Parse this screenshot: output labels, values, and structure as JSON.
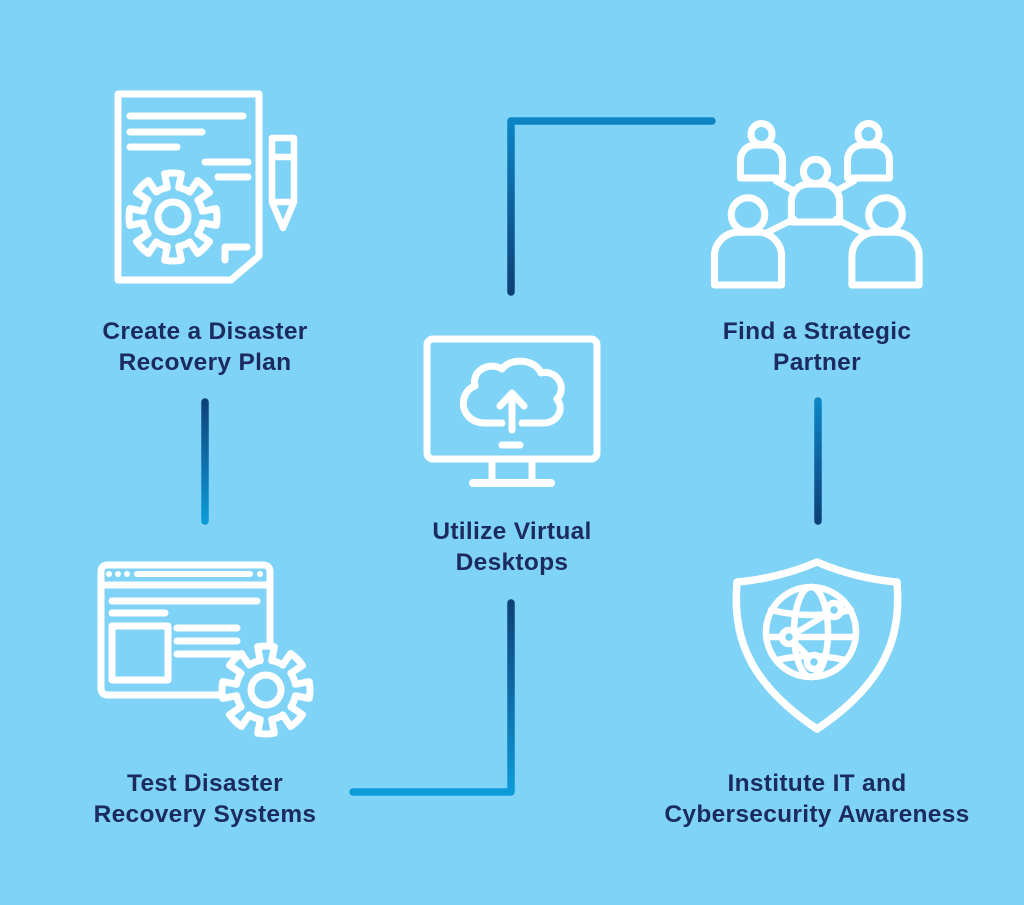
{
  "colors": {
    "background": "#7FD3F6",
    "icon_stroke": "#FFFFFF",
    "label_text": "#1C2B5F",
    "connector_dark": "#0E4078",
    "connector_mid": "#0C86C6",
    "connector_bright": "#0D9BD9"
  },
  "nodes": [
    {
      "id": "create-plan",
      "icon": "document-gear-pencil-icon",
      "label": "Create a Disaster\nRecovery Plan"
    },
    {
      "id": "find-partner",
      "icon": "people-network-icon",
      "label": "Find a Strategic\nPartner"
    },
    {
      "id": "virtual-desktops",
      "icon": "monitor-cloud-upload-icon",
      "label": "Utilize Virtual\nDesktops"
    },
    {
      "id": "test-systems",
      "icon": "browser-gear-icon",
      "label": "Test Disaster\nRecovery Systems"
    },
    {
      "id": "cyber-awareness",
      "icon": "shield-globe-icon",
      "label": "Institute IT and\nCybersecurity Awareness"
    }
  ],
  "connectors": [
    {
      "from": "virtual-desktops",
      "to": "find-partner",
      "shape": "elbow-up-right"
    },
    {
      "from": "create-plan",
      "to": "test-systems",
      "shape": "vertical"
    },
    {
      "from": "find-partner",
      "to": "cyber-awareness",
      "shape": "vertical"
    },
    {
      "from": "test-systems",
      "to": "virtual-desktops",
      "shape": "elbow-right-up"
    }
  ]
}
